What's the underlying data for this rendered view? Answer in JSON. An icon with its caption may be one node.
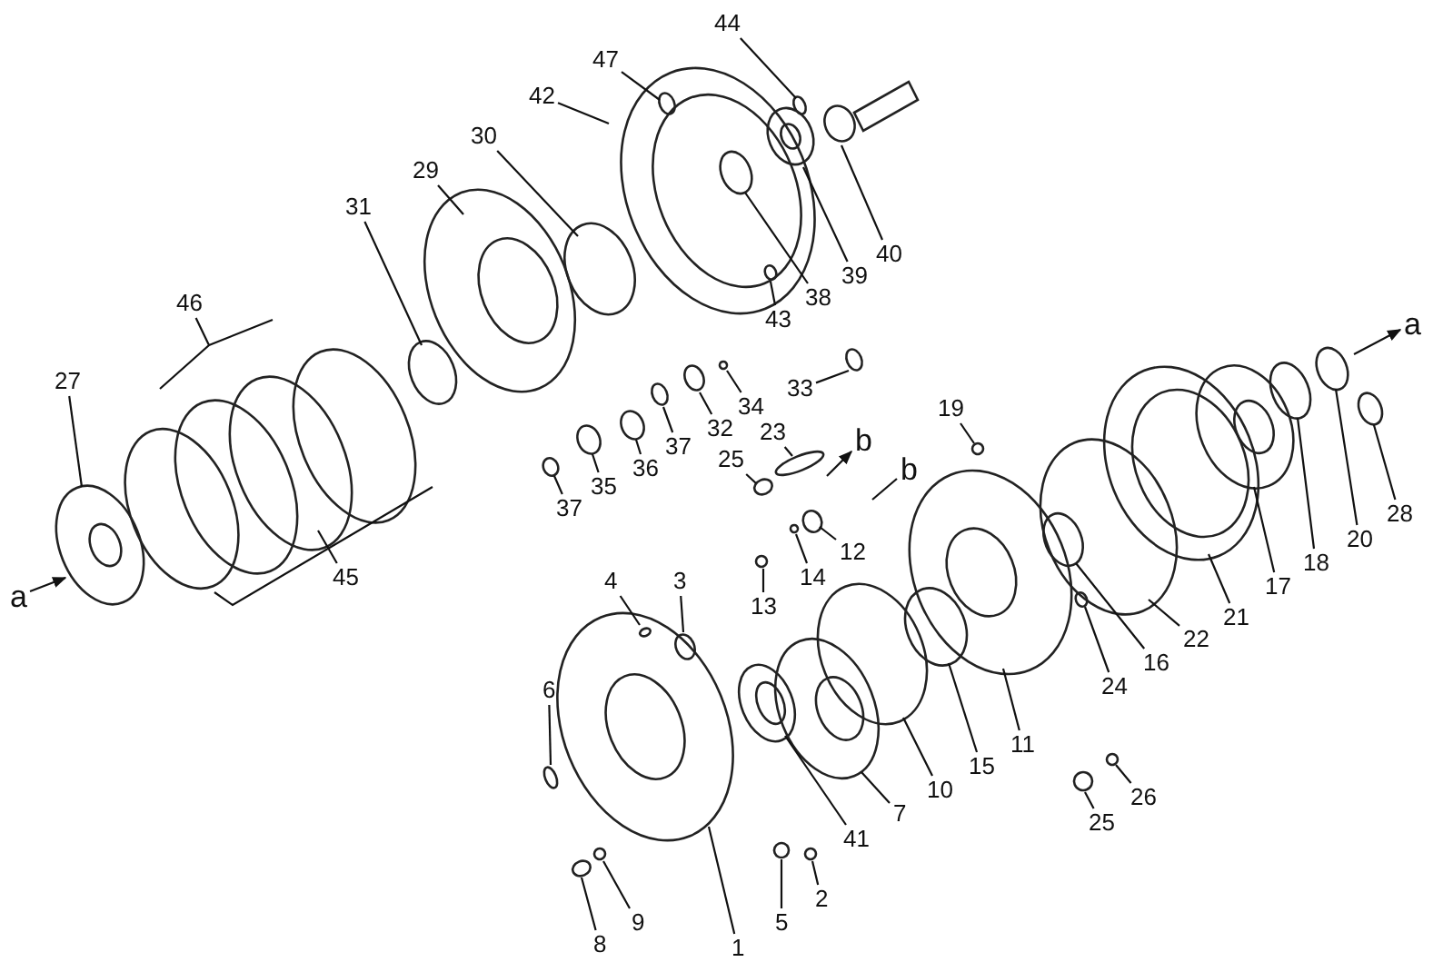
{
  "diagram": {
    "nodes": [
      {
        "text": [
          "44"
        ]
      },
      {
        "text": [
          "47"
        ]
      },
      {
        "text": [
          "42"
        ]
      },
      {
        "text": [
          "30"
        ]
      },
      {
        "text": [
          "29"
        ]
      },
      {
        "text": [
          "31"
        ]
      },
      {
        "text": [
          "40"
        ]
      },
      {
        "text": [
          "39"
        ]
      },
      {
        "text": [
          "38"
        ]
      },
      {
        "text": [
          "43"
        ]
      },
      {
        "text": [
          "46"
        ]
      },
      {
        "text": [
          "33"
        ]
      },
      {
        "text": [
          "34"
        ]
      },
      {
        "text": [
          "32"
        ]
      },
      {
        "text": [
          "37"
        ]
      },
      {
        "text": [
          "36"
        ]
      },
      {
        "text": [
          "35"
        ]
      },
      {
        "text": [
          "37"
        ]
      },
      {
        "text": [
          "a"
        ]
      },
      {
        "text": [
          "27"
        ]
      },
      {
        "text": [
          "19"
        ]
      },
      {
        "text": [
          "23"
        ]
      },
      {
        "text": [
          "b"
        ]
      },
      {
        "text": [
          "25"
        ]
      },
      {
        "text": [
          "12"
        ]
      },
      {
        "text": [
          "b"
        ]
      },
      {
        "text": [
          "14"
        ]
      },
      {
        "text": [
          "13"
        ]
      },
      {
        "text": [
          "45"
        ]
      },
      {
        "text": [
          "a"
        ]
      },
      {
        "text": [
          "28"
        ]
      },
      {
        "text": [
          "20"
        ]
      },
      {
        "text": [
          "18"
        ]
      },
      {
        "text": [
          "17"
        ]
      },
      {
        "text": [
          "21"
        ]
      },
      {
        "text": [
          "22"
        ]
      },
      {
        "text": [
          "16"
        ]
      },
      {
        "text": [
          "24"
        ]
      },
      {
        "text": [
          "4"
        ]
      },
      {
        "text": [
          "3"
        ]
      },
      {
        "text": [
          "11"
        ]
      },
      {
        "text": [
          "15"
        ]
      },
      {
        "text": [
          "10"
        ]
      },
      {
        "text": [
          "7"
        ]
      },
      {
        "text": [
          "6"
        ]
      },
      {
        "text": [
          "41"
        ]
      },
      {
        "text": [
          "26"
        ]
      },
      {
        "text": [
          "25"
        ]
      },
      {
        "text": [
          "2"
        ]
      },
      {
        "text": [
          "5"
        ]
      },
      {
        "text": [
          "9"
        ]
      },
      {
        "text": [
          "1"
        ]
      },
      {
        "text": [
          "8"
        ]
      }
    ],
    "edges": [
      {
        "from": 0,
        "to": null,
        "arrow": "none"
      },
      {
        "from": 1,
        "to": null,
        "arrow": "none"
      },
      {
        "from": 2,
        "to": null,
        "arrow": "none"
      },
      {
        "from": 3,
        "to": null,
        "arrow": "none"
      },
      {
        "from": 4,
        "to": null,
        "arrow": "none"
      },
      {
        "from": 5,
        "to": null,
        "arrow": "none"
      },
      {
        "from": 6,
        "to": null,
        "arrow": "none"
      },
      {
        "from": 7,
        "to": null,
        "arrow": "none"
      },
      {
        "from": 8,
        "to": null,
        "arrow": "none"
      },
      {
        "from": 9,
        "to": null,
        "arrow": "none"
      },
      {
        "from": 10,
        "to": null,
        "arrow": "none"
      },
      {
        "from": 11,
        "to": null,
        "arrow": "none"
      },
      {
        "from": 12,
        "to": null,
        "arrow": "none"
      },
      {
        "from": 13,
        "to": null,
        "arrow": "none"
      },
      {
        "from": 14,
        "to": null,
        "arrow": "none"
      },
      {
        "from": 15,
        "to": null,
        "arrow": "none"
      },
      {
        "from": 16,
        "to": null,
        "arrow": "none"
      },
      {
        "from": 17,
        "to": null,
        "arrow": "none"
      },
      {
        "from": null,
        "to": 18,
        "arrow": "to"
      },
      {
        "from": 19,
        "to": null,
        "arrow": "none"
      },
      {
        "from": 20,
        "to": null,
        "arrow": "none"
      },
      {
        "from": 21,
        "to": null,
        "arrow": "none"
      },
      {
        "from": null,
        "to": 22,
        "arrow": "to"
      },
      {
        "from": 23,
        "to": null,
        "arrow": "none"
      },
      {
        "from": 24,
        "to": null,
        "arrow": "none"
      },
      {
        "from": 25,
        "to": null,
        "arrow": "none"
      },
      {
        "from": 26,
        "to": null,
        "arrow": "none"
      },
      {
        "from": 27,
        "to": null,
        "arrow": "none"
      },
      {
        "from": 28,
        "to": null,
        "arrow": "none"
      },
      {
        "from": 29,
        "to": null,
        "arrow": "to"
      },
      {
        "from": 30,
        "to": null,
        "arrow": "none"
      },
      {
        "from": 31,
        "to": null,
        "arrow": "none"
      },
      {
        "from": 32,
        "to": null,
        "arrow": "none"
      },
      {
        "from": 33,
        "to": null,
        "arrow": "none"
      },
      {
        "from": 34,
        "to": null,
        "arrow": "none"
      },
      {
        "from": 35,
        "to": null,
        "arrow": "none"
      },
      {
        "from": 36,
        "to": null,
        "arrow": "none"
      },
      {
        "from": 37,
        "to": null,
        "arrow": "none"
      },
      {
        "from": 38,
        "to": null,
        "arrow": "none"
      },
      {
        "from": 39,
        "to": null,
        "arrow": "none"
      },
      {
        "from": 40,
        "to": null,
        "arrow": "none"
      },
      {
        "from": 41,
        "to": null,
        "arrow": "none"
      },
      {
        "from": 42,
        "to": null,
        "arrow": "none"
      },
      {
        "from": 43,
        "to": null,
        "arrow": "none"
      },
      {
        "from": 44,
        "to": null,
        "arrow": "none"
      },
      {
        "from": 45,
        "to": null,
        "arrow": "none"
      },
      {
        "from": 46,
        "to": null,
        "arrow": "none"
      },
      {
        "from": 47,
        "to": null,
        "arrow": "none"
      },
      {
        "from": 48,
        "to": null,
        "arrow": "none"
      },
      {
        "from": 49,
        "to": null,
        "arrow": "none"
      },
      {
        "from": 50,
        "to": null,
        "arrow": "none"
      },
      {
        "from": 51,
        "to": null,
        "arrow": "none"
      },
      {
        "from": 52,
        "to": null,
        "arrow": "none"
      }
    ]
  }
}
